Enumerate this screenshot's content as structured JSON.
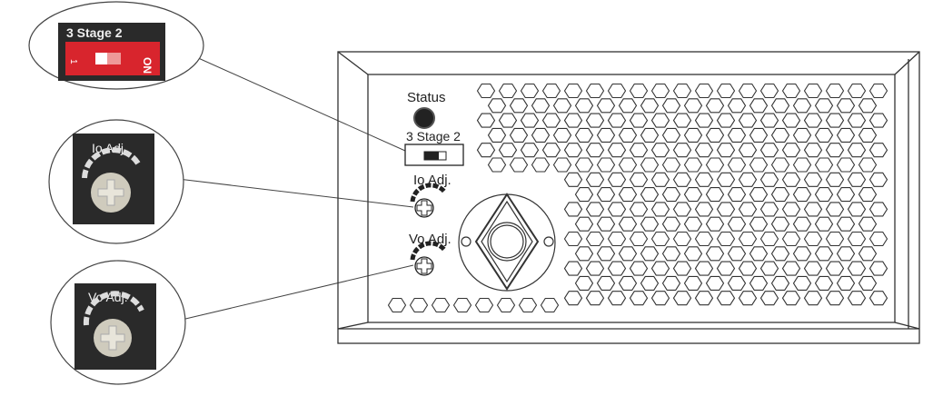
{
  "panel": {
    "status_label": "Status",
    "stage_label": "3  Stage  2",
    "io_label": "Io Adj.",
    "vo_label": "Vo Adj."
  },
  "callouts": {
    "stage": {
      "title": "3  Stage  2",
      "on_text": "ON",
      "off_text": "1"
    },
    "io": {
      "title": "Io Adj."
    },
    "vo": {
      "title": "Vo Adj."
    }
  },
  "colors": {
    "switch_red": "#d8252d",
    "outline": "#333333"
  }
}
